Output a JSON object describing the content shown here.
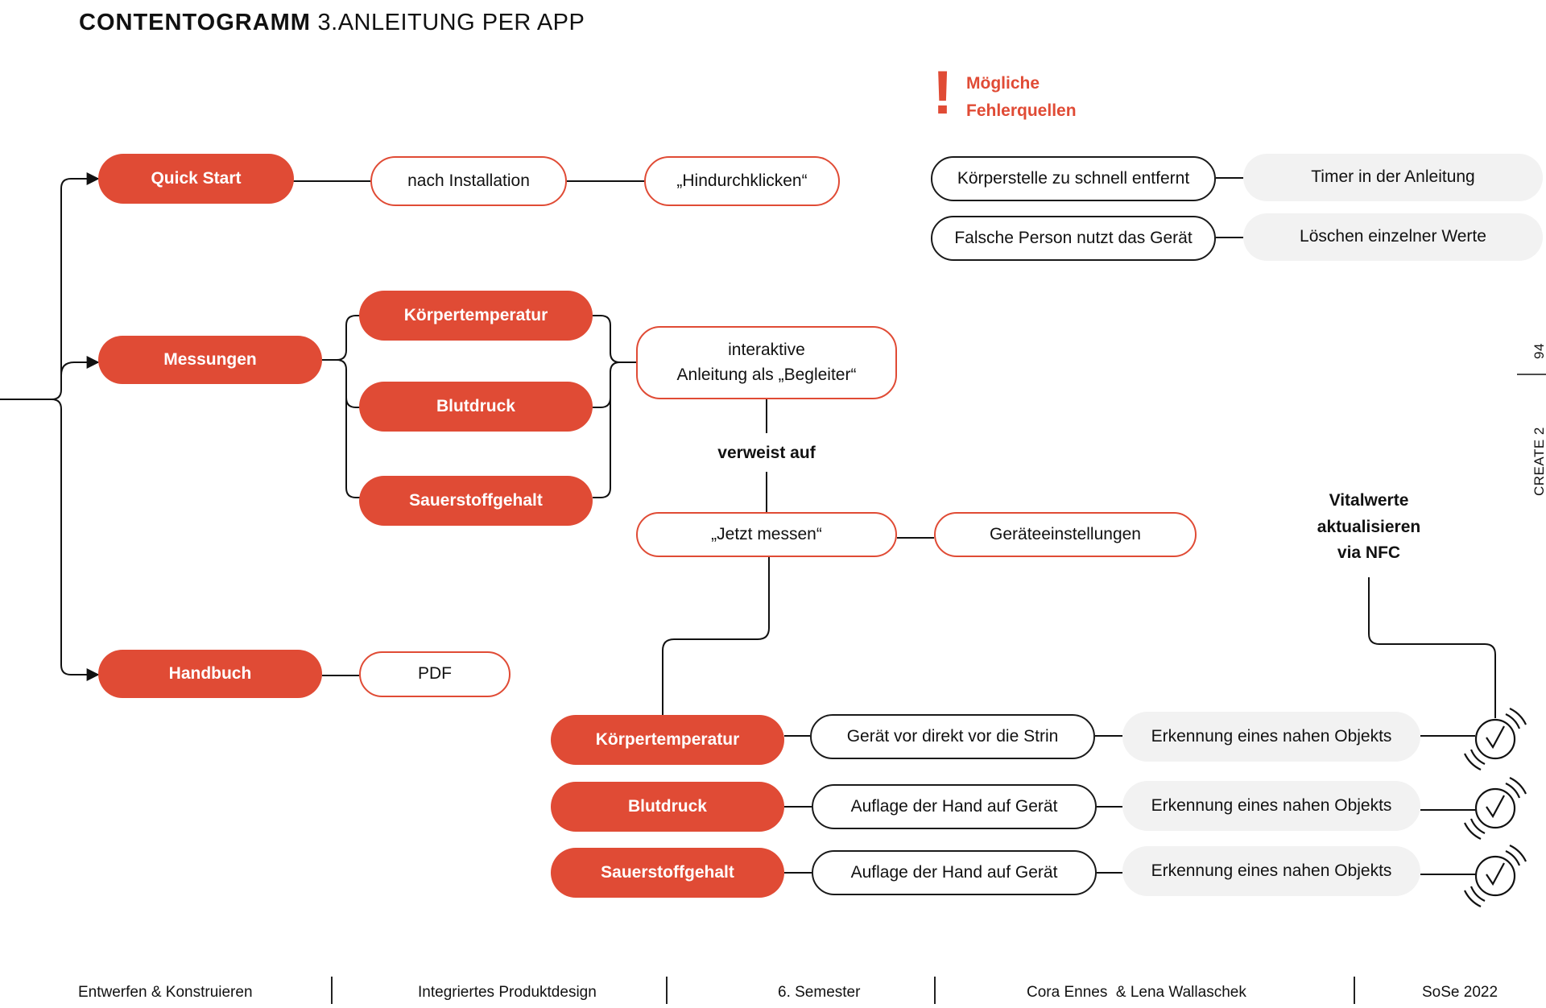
{
  "header": {
    "title_bold": "CONTENTOGRAMM",
    "title_rest": "3.ANLEITUNG PER APP"
  },
  "branches": {
    "quick_start": "Quick Start",
    "messungen": "Messungen",
    "handbuch": "Handbuch"
  },
  "quick_start": {
    "step1": "nach Installation",
    "step2": "„Hindurchklicken“"
  },
  "messungen": {
    "koerpertemperatur": "Körpertemperatur",
    "blutdruck": "Blutdruck",
    "sauerstoffgehalt": "Sauerstoffgehalt",
    "guide_line1": "interaktive",
    "guide_line2": "Anleitung als „Begleiter“",
    "refers_to": "verweist auf",
    "measure_now": "„Jetzt messen“",
    "device_settings": "Geräteeinstellungen"
  },
  "handbuch": {
    "pdf": "PDF"
  },
  "errors": {
    "title_line1": "Mögliche",
    "title_line2": "Fehlerquellen",
    "items": [
      {
        "problem": "Körperstelle zu schnell entfernt",
        "solution": "Timer in der Anleitung"
      },
      {
        "problem": "Falsche Person nutzt das Gerät",
        "solution": "Löschen einzelner Werte"
      }
    ]
  },
  "nfc": {
    "line1": "Vitalwerte",
    "line2": "aktualisieren",
    "line3": "via NFC"
  },
  "measurements": [
    {
      "name": "Körpertemperatur",
      "action": "Gerät vor direkt vor die Strin",
      "detection": "Erkennung eines nahen Objekts"
    },
    {
      "name": "Blutdruck",
      "action": "Auflage der Hand auf Gerät",
      "detection": "Erkennung eines nahen Objekts"
    },
    {
      "name": "Sauerstoffgehalt",
      "action": "Auflage der Hand auf Gerät",
      "detection": "Erkennung eines nahen Objekts"
    }
  ],
  "sidebar": {
    "page": "94",
    "section": "CREATE  2"
  },
  "footer": {
    "course": "Entwerfen & Konstruieren",
    "program": "Integriertes Produktdesign",
    "semester": "6. Semester",
    "authors": "Cora Ennes  & Lena Wallaschek",
    "term": "SoSe 2022"
  },
  "colors": {
    "accent": "#e04b35",
    "outline": "#1a1a1a",
    "grey_fill": "#f2f2f2"
  }
}
